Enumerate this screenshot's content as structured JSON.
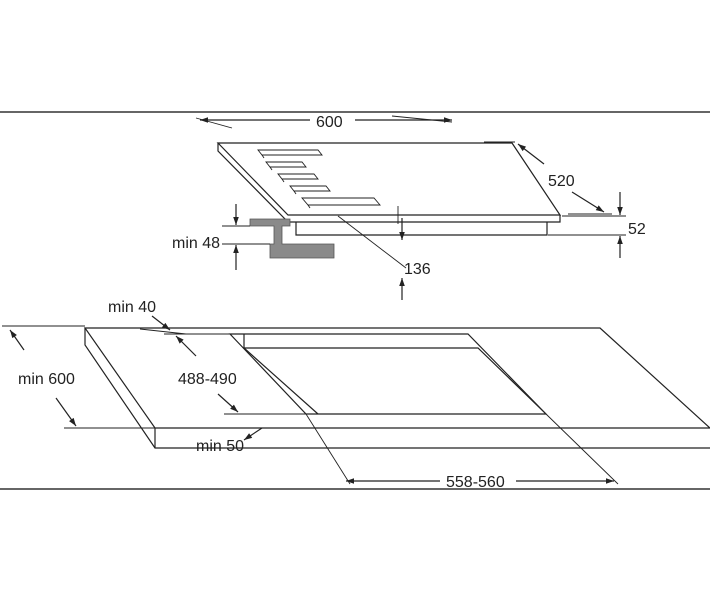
{
  "diagram": {
    "colors": {
      "line": "#222222",
      "bracket": "#8a8a8a",
      "background": "#ffffff"
    },
    "hob": {
      "width": "600",
      "depth": "520",
      "height": "52",
      "clearance": "136",
      "min_worktop_thickness": "min 48"
    },
    "worktop": {
      "min_depth": "min 600",
      "min_front_gap": "min 40",
      "cutout_depth": "488-490",
      "min_side_gap": "min 50",
      "cutout_width": "558-560"
    }
  }
}
